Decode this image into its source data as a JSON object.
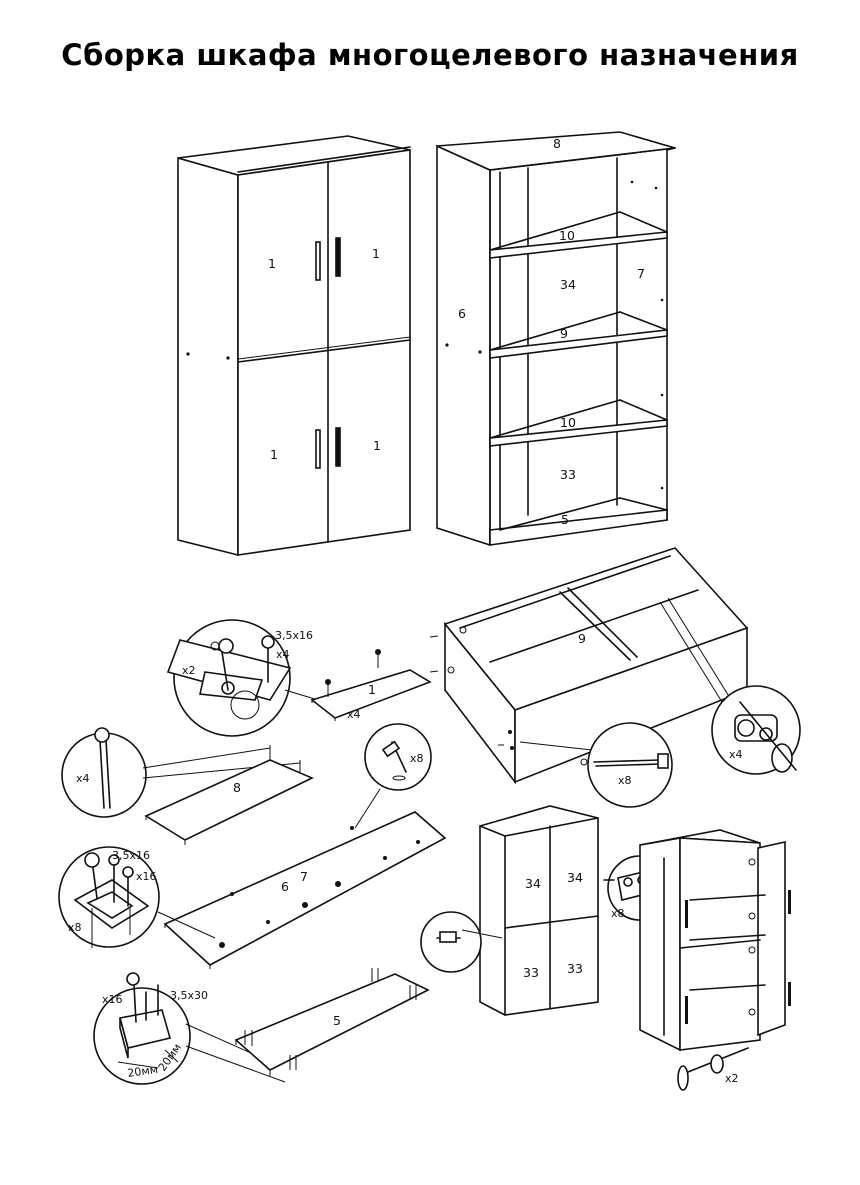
{
  "title": "Сборка шкафа многоцелевого назначения",
  "labels": {
    "door_tl": "1",
    "door_tr": "1",
    "door_bl": "1",
    "door_br": "1",
    "top_panel": "8",
    "side_panel": "6",
    "back_panel": "7",
    "shelf_upper": "10",
    "shelf_lower": "10",
    "shelf_mid": "9",
    "partition_upper": "34",
    "partition_lower": "33",
    "bottom_panel": "5",
    "step_door": "1",
    "step_door_qty": "x4",
    "hinge_screw": "3,5x16",
    "hinge_qty_a": "x4",
    "hinge_qty_b": "x2",
    "step_top": "8",
    "dowel_qty": "x4",
    "step_sides_a": "6",
    "step_sides_b": "7",
    "cam_qty_small": "x8",
    "bracket_screw": "3,5x16",
    "bracket_qty_a": "x16",
    "bracket_qty_b": "x8",
    "step_base": "5",
    "foot_qty": "x16",
    "foot_screw": "3,5x30",
    "dim_a": "20мм",
    "dim_b": "20мм",
    "step_carcass_shelf": "9",
    "cam_qty_right": "x4",
    "bolt_qty": "x8",
    "back_upper_l": "34",
    "back_upper_r": "34",
    "back_lower_l": "33",
    "back_lower_r": "33",
    "hinge_plate_qty": "x8",
    "door_bolt_qty": "x2"
  }
}
